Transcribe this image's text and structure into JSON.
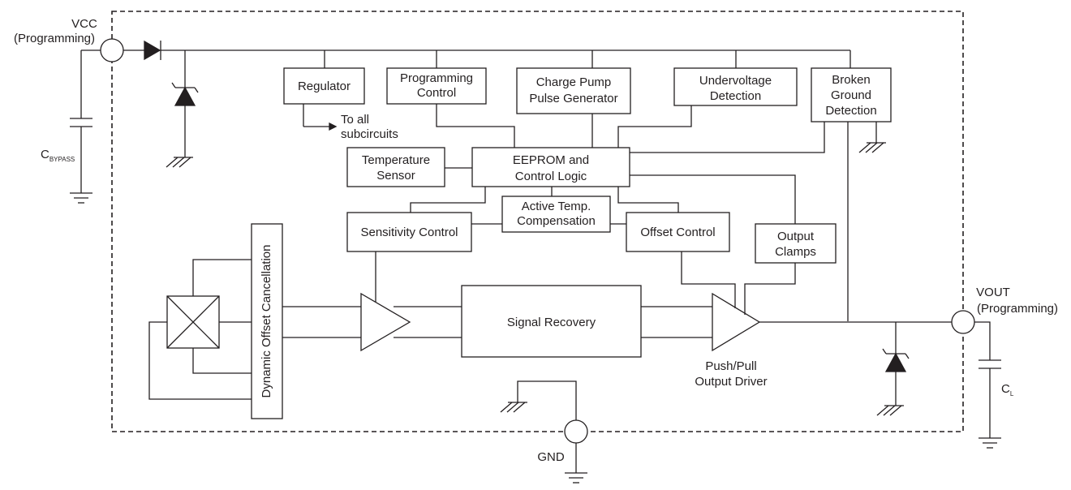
{
  "colors": {
    "ink": "#231f20",
    "background": "#ffffff"
  },
  "pins": {
    "vcc_name": "VCC",
    "vcc_note": "(Programming)",
    "vout_name": "VOUT",
    "vout_note": "(Programming)",
    "gnd_name": "GND"
  },
  "components": {
    "cbypass_main": "C",
    "cbypass_sub": "BYPASS",
    "cl_main": "C",
    "cl_sub": "L"
  },
  "blocks": {
    "regulator": "Regulator",
    "to_all_1": "To all",
    "to_all_2": "subcircuits",
    "prog_control_1": "Programming",
    "prog_control_2": "Control",
    "charge_pump_1": "Charge Pump",
    "charge_pump_2": "Pulse Generator",
    "undervoltage_1": "Undervoltage",
    "undervoltage_2": "Detection",
    "broken_ground_1": "Broken",
    "broken_ground_2": "Ground",
    "broken_ground_3": "Detection",
    "temp_sensor_1": "Temperature",
    "temp_sensor_2": "Sensor",
    "eeprom_1": "EEPROM and",
    "eeprom_2": "Control Logic",
    "active_temp_1": "Active Temp.",
    "active_temp_2": "Compensation",
    "sensitivity_control": "Sensitivity Control",
    "offset_control": "Offset Control",
    "output_clamps_1": "Output",
    "output_clamps_2": "Clamps",
    "dynamic_offset": "Dynamic Offset Cancellation",
    "signal_recovery": "Signal Recovery",
    "driver_1": "Push/Pull",
    "driver_2": "Output Driver"
  }
}
